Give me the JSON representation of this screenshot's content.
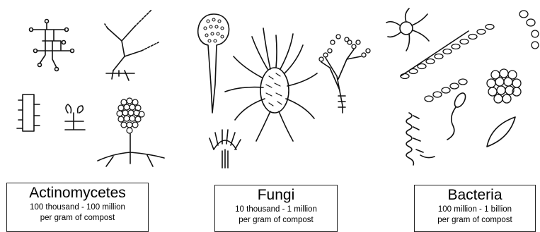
{
  "groups": [
    {
      "title": "Actinomycetes",
      "count": "100 thousand - 100 million",
      "unit": "per gram of compost"
    },
    {
      "title": "Fungi",
      "count": "10 thousand - 1 million",
      "unit": "per gram of compost"
    },
    {
      "title": "Bacteria",
      "count": "100 million - 1 billion",
      "unit": "per gram of compost"
    }
  ]
}
